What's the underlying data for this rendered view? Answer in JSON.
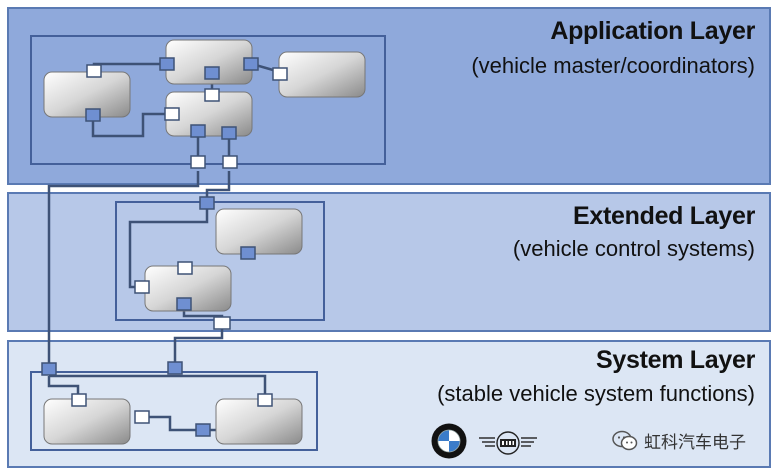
{
  "layers": {
    "application": {
      "title": "Application Layer",
      "subtitle": "(vehicle master/coordinators)"
    },
    "extended": {
      "title": "Extended Layer",
      "subtitle": "(vehicle control systems)"
    },
    "system": {
      "title": "System Layer",
      "subtitle": "(stable vehicle system functions)"
    }
  },
  "footer": {
    "watermark": "虹科汽车电子",
    "logos": [
      "BMW",
      "MINI"
    ]
  },
  "icons": {
    "wechat": "wechat-icon"
  },
  "colors": {
    "application_bg": "#8fa9db",
    "extended_bg": "#b7c8e8",
    "system_bg": "#dce6f4",
    "border": "#5a7ab3",
    "wire": "#3e5276",
    "port_filled": "#6f8fd1"
  }
}
